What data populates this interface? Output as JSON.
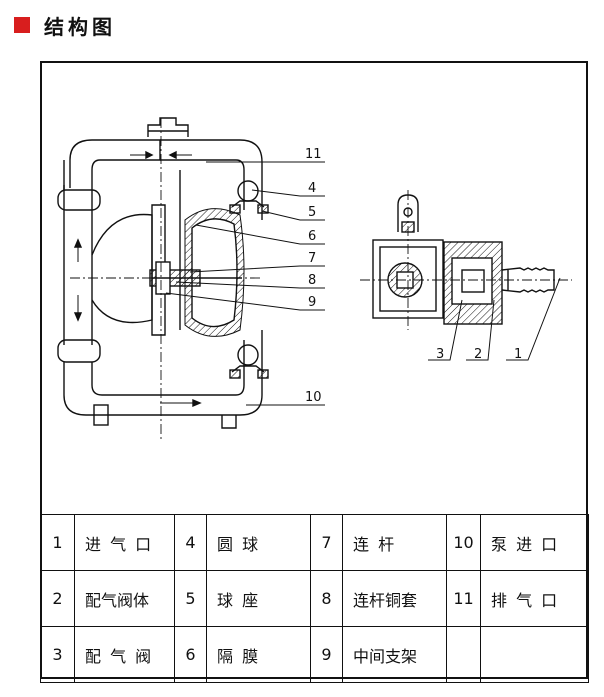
{
  "heading": {
    "title": "结构图",
    "marker_color": "#d81e1e"
  },
  "callouts": {
    "main": [
      "11",
      "4",
      "5",
      "6",
      "7",
      "8",
      "9",
      "10"
    ],
    "valve": [
      "3",
      "2",
      "1"
    ]
  },
  "parts_table": {
    "rows": [
      [
        {
          "no": "1",
          "name": "进 气 口"
        },
        {
          "no": "4",
          "name": "圆      球"
        },
        {
          "no": "7",
          "name": "连      杆"
        },
        {
          "no": "10",
          "name": "泵 进 口"
        }
      ],
      [
        {
          "no": "2",
          "name": "配气阀体"
        },
        {
          "no": "5",
          "name": "球      座"
        },
        {
          "no": "8",
          "name": "连杆铜套"
        },
        {
          "no": "11",
          "name": "排 气 口"
        }
      ],
      [
        {
          "no": "3",
          "name": "配 气 阀"
        },
        {
          "no": "6",
          "name": "隔      膜"
        },
        {
          "no": "9",
          "name": "中间支架"
        },
        {
          "no": "",
          "name": ""
        }
      ]
    ]
  }
}
